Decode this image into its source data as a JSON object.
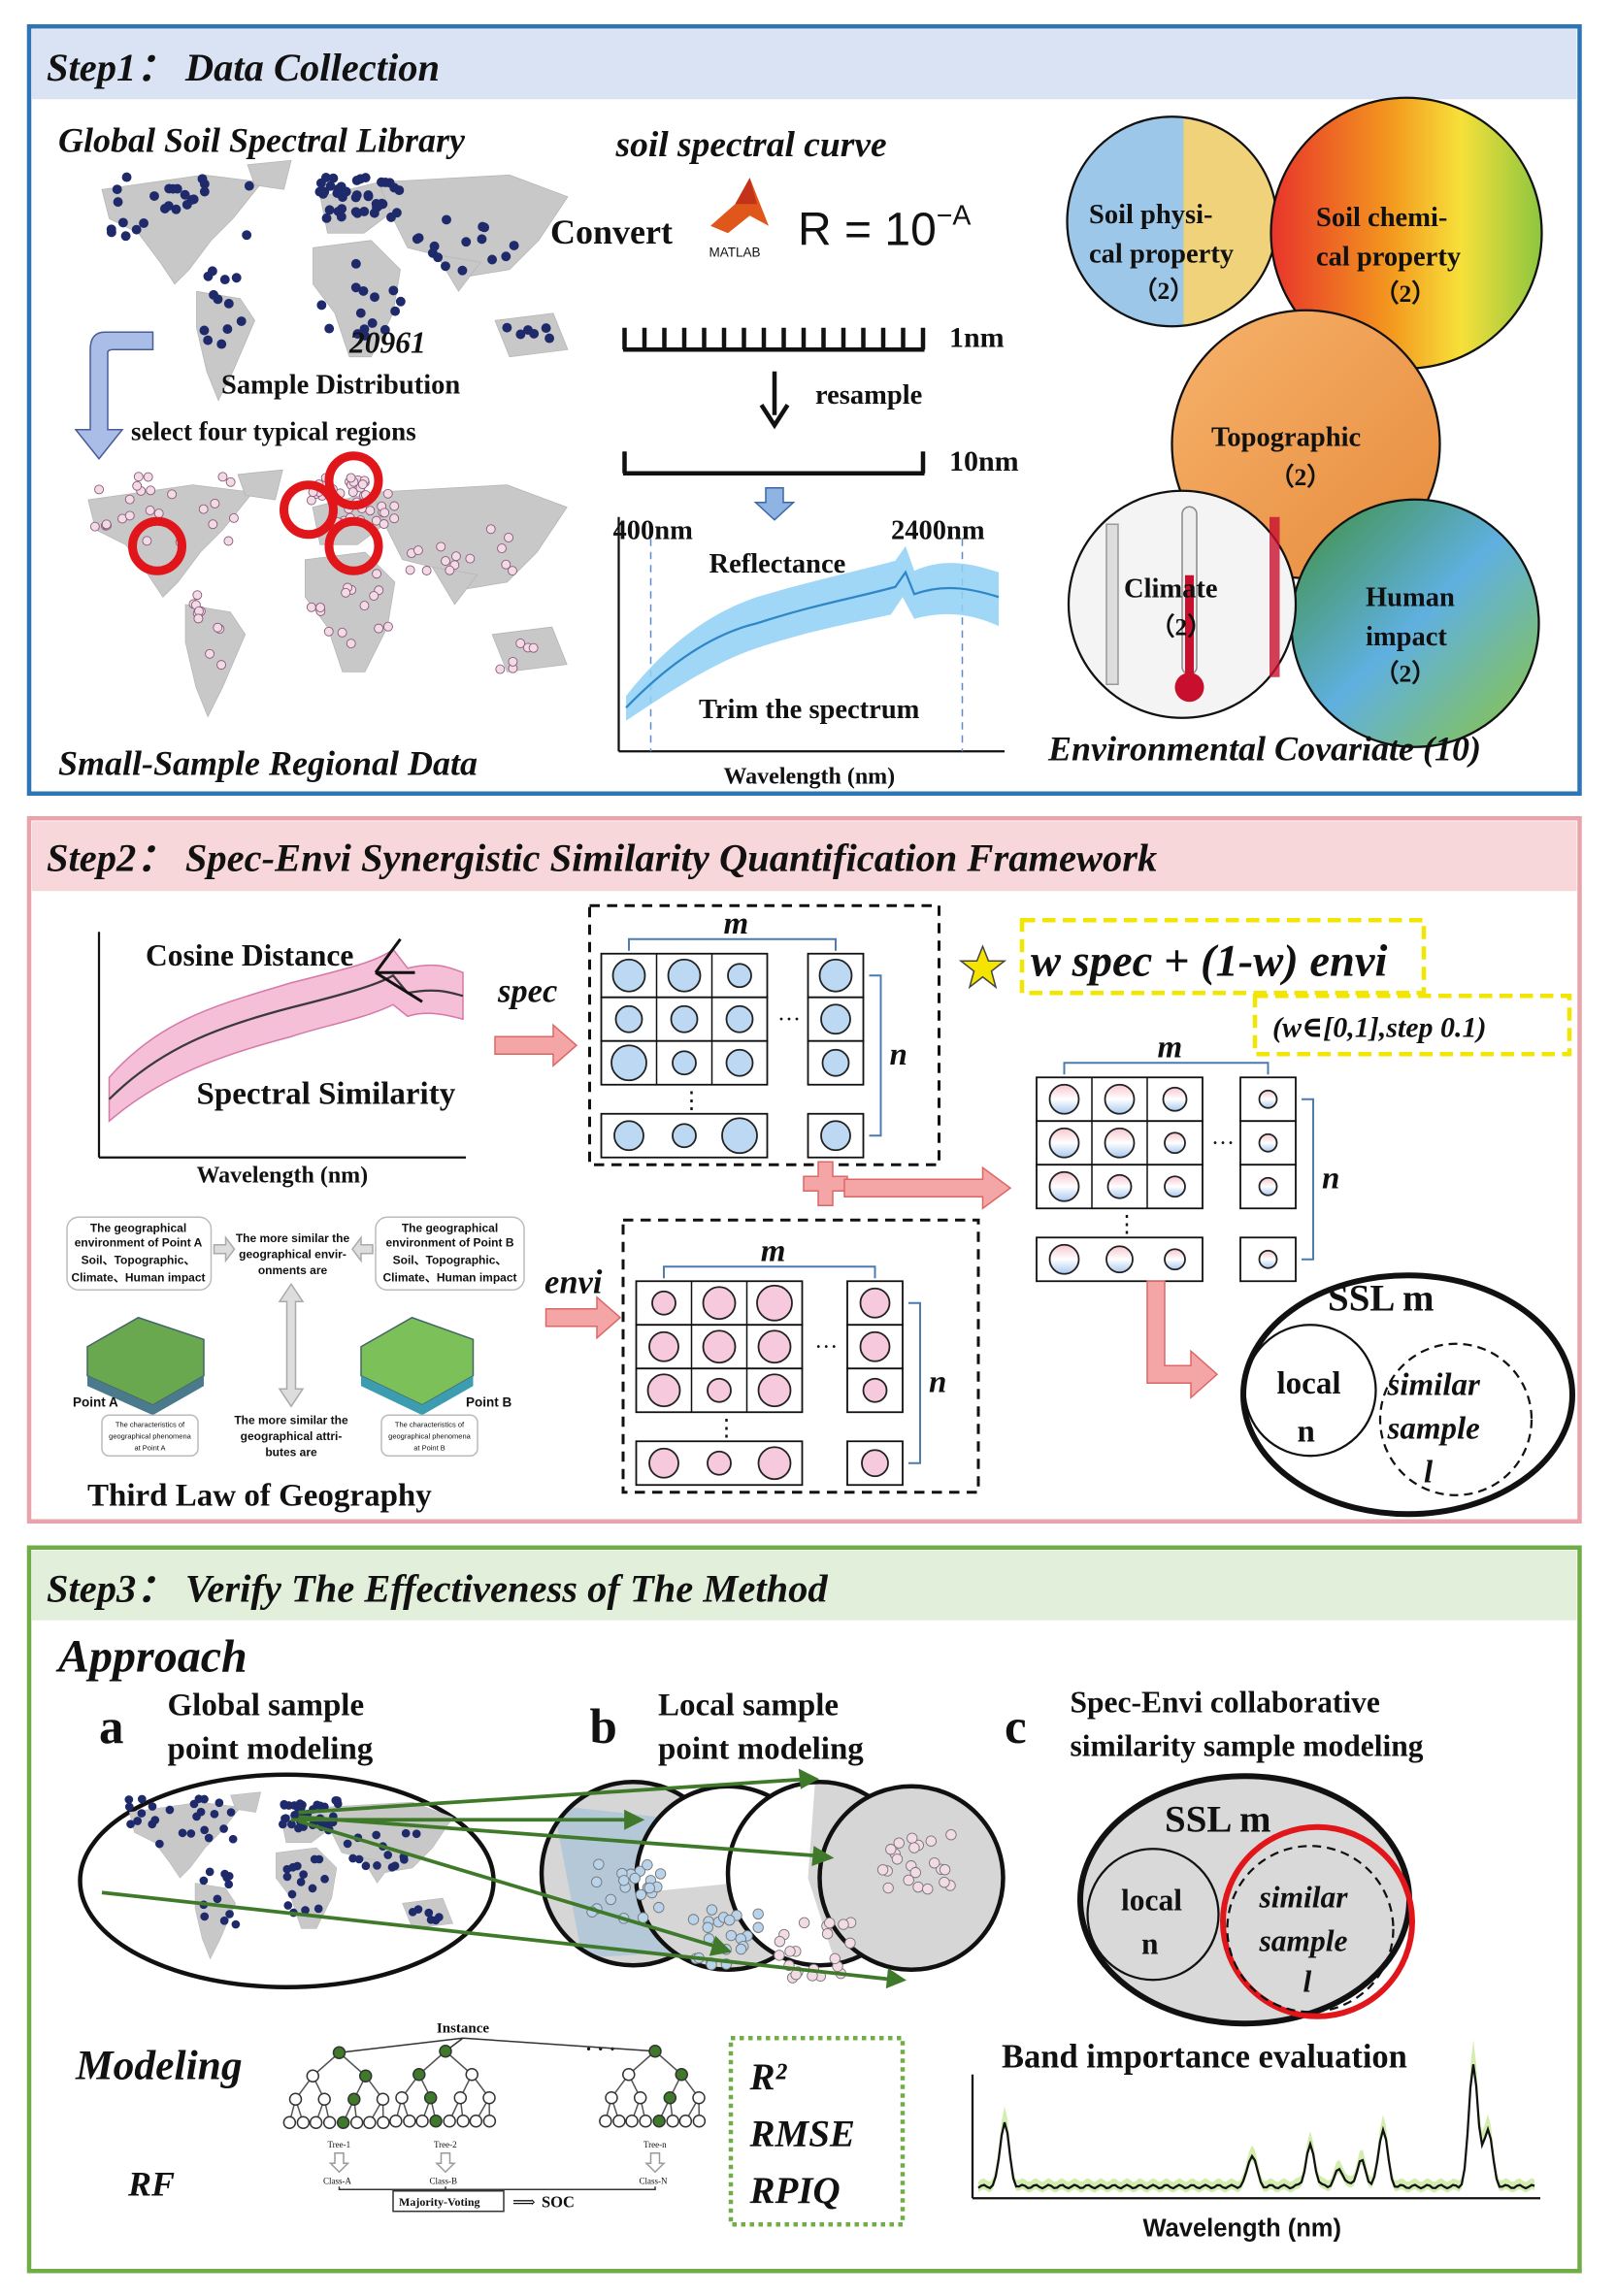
{
  "step1": {
    "title": "Step1： Data Collection",
    "library_title": "Global Soil Spectral Library",
    "sample_count": "20961",
    "sample_distribution": "Sample Distribution",
    "select_regions": "select four typical regions",
    "regional_title": "Small-Sample Regional Data",
    "curve_title": "soil spectral curve",
    "convert": "Convert",
    "matlab": "MATLAB",
    "formula_base": "R = 10",
    "formula_exp": "−A",
    "res_1nm": "1nm",
    "resample": "resample",
    "res_10nm": "10nm",
    "start_wl": "400nm",
    "end_wl": "2400nm",
    "reflectance": "Reflectance",
    "trim": "Trim the spectrum",
    "xlabel": "Wavelength (nm)",
    "covariates": [
      {
        "lines": [
          "Soil physi-",
          "cal property",
          "（2）"
        ]
      },
      {
        "lines": [
          "Soil chemi-",
          "cal property",
          "（2）"
        ]
      },
      {
        "lines": [
          "Topographic",
          "（2）"
        ]
      },
      {
        "lines": [
          "Climate",
          "（2）"
        ]
      },
      {
        "lines": [
          "Human",
          "impact",
          "（2）"
        ]
      }
    ],
    "covariate_title": "Environmental Covariate (10)"
  },
  "step2": {
    "title": "Step2： Spec-Envi Synergistic Similarity Quantification Framework",
    "cosine": "Cosine Distance",
    "spectral_similarity": "Spectral Similarity",
    "xlabel": "Wavelength (nm)",
    "spec": "spec",
    "envi": "envi",
    "m": "m",
    "n": "n",
    "dots_h": "···",
    "dots_v": "⋮",
    "formula": "w spec + (1-w) envi",
    "weight_range": "(w∈[0,1],step 0.1)",
    "ssl": "SSL m",
    "local": "local",
    "local_n": "n",
    "similar": "similar",
    "sample": "sample",
    "similar_l": "l",
    "geo": {
      "env_a": [
        "The geographical",
        "environment of Point A",
        "Soil、Topographic、",
        "Climate、Human impact"
      ],
      "env_b": [
        "The geographical",
        "environment of Point B",
        "Soil、Topographic、",
        "Climate、Human impact"
      ],
      "similar_env": [
        "The more similar the",
        "geographical envir-",
        "onments are"
      ],
      "similar_attr": [
        "The more similar the",
        "geographical attri-",
        "butes are"
      ],
      "char_a": [
        "The characteristics of",
        "geographical phenomena",
        "at Point A"
      ],
      "char_b": [
        "The characteristics of",
        "geographical phenomena",
        "at Point B"
      ],
      "point_a": "Point A",
      "point_b": "Point B"
    },
    "third_law": "Third Law of Geography"
  },
  "step3": {
    "title": "Step3： Verify The Effectiveness of The Method",
    "approach": "Approach",
    "a_letter": "a",
    "a_label": [
      "Global sample",
      "point modeling"
    ],
    "b_letter": "b",
    "b_label": [
      "Local sample",
      "point modeling"
    ],
    "c_letter": "c",
    "c_label": [
      "Spec-Envi collaborative",
      "similarity sample modeling"
    ],
    "ssl": "SSL m",
    "local": "local",
    "local_n": "n",
    "similar": "similar",
    "sample": "sample",
    "similar_l": "l",
    "modeling": "Modeling",
    "rf": "RF",
    "instance": "Instance",
    "trees": [
      "Tree-1",
      "Tree-2",
      "Tree-n"
    ],
    "classes": [
      "Class-A",
      "Class-B",
      "Class-N"
    ],
    "ellipsis": "· · ·",
    "voting": "Majority-Voting",
    "soc": "SOC",
    "metrics": [
      "R²",
      "RMSE",
      "RPIQ"
    ],
    "band_title": "Band importance evaluation",
    "band_xlabel": "Wavelength (nm)"
  },
  "colors": {
    "step1_border": "#2e75b6",
    "step1_header": "#dae3f3",
    "step2_border": "#e8a3ab",
    "step2_header": "#f8d7da",
    "step3_border": "#70ad47",
    "step3_header": "#e2efda",
    "highlight_red": "#e0161b",
    "map_dot": "#1f2a6b",
    "formula_box": "#f2e600"
  }
}
